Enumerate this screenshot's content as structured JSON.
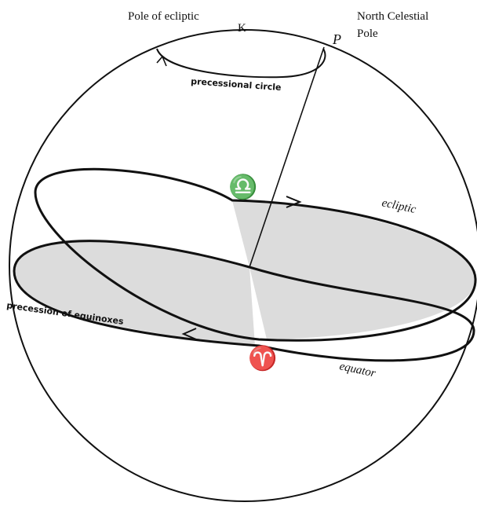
{
  "labels": {
    "pole_of_ecliptic": "Pole of ecliptic",
    "k": "K",
    "north_celestial_pole_1": "North Celestial",
    "north_celestial_pole_2": "Pole",
    "p": "P",
    "precessional_circle": "precessional circle",
    "ecliptic": "ecliptic",
    "equator": "equator",
    "precession_of_equinoxes": "precession of equinoxes",
    "libra_symbol": "♎",
    "aries_symbol": "♈"
  },
  "colors": {
    "line": "#111111",
    "shade": "#dcdcdc"
  }
}
